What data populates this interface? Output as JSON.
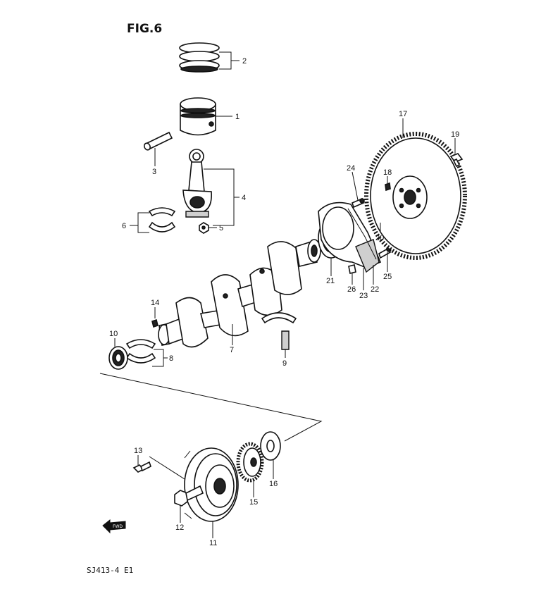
{
  "figure": {
    "title": "FIG.6",
    "footer_code": "SJ413-4 E1",
    "fwd_label": "FWD"
  },
  "parts": [
    {
      "key": "piston",
      "label": "1"
    },
    {
      "key": "piston_ring_set",
      "label": "2"
    },
    {
      "key": "piston_pin",
      "label": "3"
    },
    {
      "key": "connecting_rod",
      "label": "4"
    },
    {
      "key": "rod_nut",
      "label": "5"
    },
    {
      "key": "rod_bearing",
      "label": "6"
    },
    {
      "key": "crankshaft",
      "label": "7"
    },
    {
      "key": "main_bearing_front",
      "label": "8"
    },
    {
      "key": "main_bearing_rear",
      "label": "9"
    },
    {
      "key": "front_oil_seal",
      "label": "10"
    },
    {
      "key": "crank_pulley",
      "label": "11"
    },
    {
      "key": "pulley_bolt",
      "label": "12"
    },
    {
      "key": "pulley_small_bolt",
      "label": "13"
    },
    {
      "key": "woodruff_key",
      "label": "14"
    },
    {
      "key": "timing_sprocket",
      "label": "15"
    },
    {
      "key": "sprocket_washer",
      "label": "16"
    },
    {
      "key": "flywheel",
      "label": "17"
    },
    {
      "key": "flywheel_pin",
      "label": "18"
    },
    {
      "key": "flywheel_bolt",
      "label": "19"
    },
    {
      "key": "pilot_bearing",
      "label": "20"
    },
    {
      "key": "rear_oil_seal",
      "label": "21"
    },
    {
      "key": "seal_housing",
      "label": "22"
    },
    {
      "key": "housing_gasket",
      "label": "23"
    },
    {
      "key": "housing_bolt_upper",
      "label": "24"
    },
    {
      "key": "housing_bolt_lower",
      "label": "25"
    },
    {
      "key": "dowel_pin",
      "label": "26"
    }
  ]
}
